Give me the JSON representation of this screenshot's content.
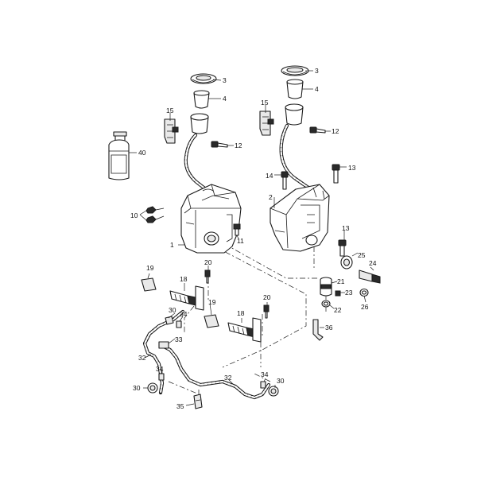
{
  "callouts": [
    {
      "id": "c1",
      "text": "1"
    },
    {
      "id": "c2",
      "text": "2"
    },
    {
      "id": "c3a",
      "text": "3"
    },
    {
      "id": "c3b",
      "text": "3"
    },
    {
      "id": "c4a",
      "text": "4"
    },
    {
      "id": "c4b",
      "text": "4"
    },
    {
      "id": "c10",
      "text": "10"
    },
    {
      "id": "c11",
      "text": "11"
    },
    {
      "id": "c12a",
      "text": "12"
    },
    {
      "id": "c12b",
      "text": "12"
    },
    {
      "id": "c13a",
      "text": "13"
    },
    {
      "id": "c13b",
      "text": "13"
    },
    {
      "id": "c14",
      "text": "14"
    },
    {
      "id": "c15a",
      "text": "15"
    },
    {
      "id": "c15b",
      "text": "15"
    },
    {
      "id": "c18a",
      "text": "18"
    },
    {
      "id": "c18b",
      "text": "18"
    },
    {
      "id": "c19a",
      "text": "19"
    },
    {
      "id": "c19b",
      "text": "19"
    },
    {
      "id": "c20a",
      "text": "20"
    },
    {
      "id": "c20b",
      "text": "20"
    },
    {
      "id": "c21",
      "text": "21"
    },
    {
      "id": "c22",
      "text": "22"
    },
    {
      "id": "c23",
      "text": "23"
    },
    {
      "id": "c24",
      "text": "24"
    },
    {
      "id": "c25",
      "text": "25"
    },
    {
      "id": "c26",
      "text": "26"
    },
    {
      "id": "c30a",
      "text": "30"
    },
    {
      "id": "c30b",
      "text": "30"
    },
    {
      "id": "c30c",
      "text": "30"
    },
    {
      "id": "c32a",
      "text": "32"
    },
    {
      "id": "c32b",
      "text": "32"
    },
    {
      "id": "c33",
      "text": "33"
    },
    {
      "id": "c34a",
      "text": "34"
    },
    {
      "id": "c34b",
      "text": "34"
    },
    {
      "id": "c34c",
      "text": "34"
    },
    {
      "id": "c35",
      "text": "35"
    },
    {
      "id": "c36",
      "text": "36"
    },
    {
      "id": "c40",
      "text": "40"
    }
  ]
}
